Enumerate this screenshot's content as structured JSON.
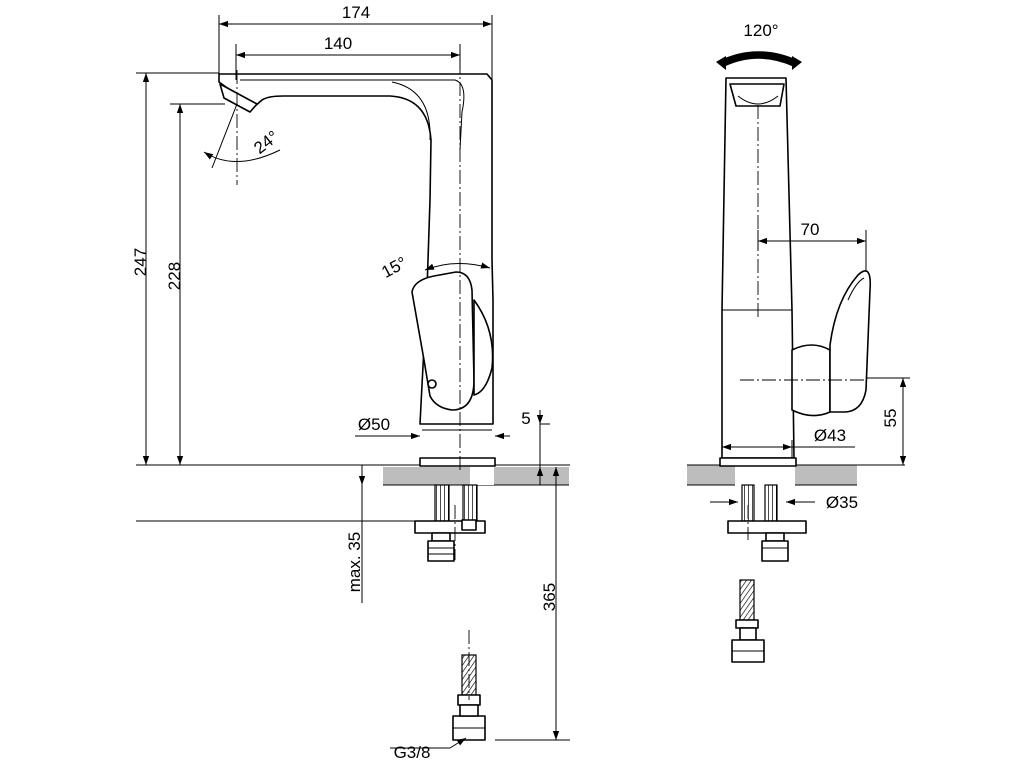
{
  "dimensions": {
    "total_width": "174",
    "spout_reach": "140",
    "total_height": "247",
    "spout_height": "228",
    "spout_tilt_angle": "24°",
    "lever_angle": "15°",
    "body_diameter": "Ø50",
    "base_plate_thickness": "5",
    "max_deck_thickness": "max. 35",
    "hose_length": "365",
    "hose_connection": "G3/8",
    "swivel_angle": "120°",
    "lever_projection": "70",
    "lever_height": "55",
    "lever_hub_diameter": "Ø43",
    "mounting_hole_diameter": "Ø35"
  }
}
